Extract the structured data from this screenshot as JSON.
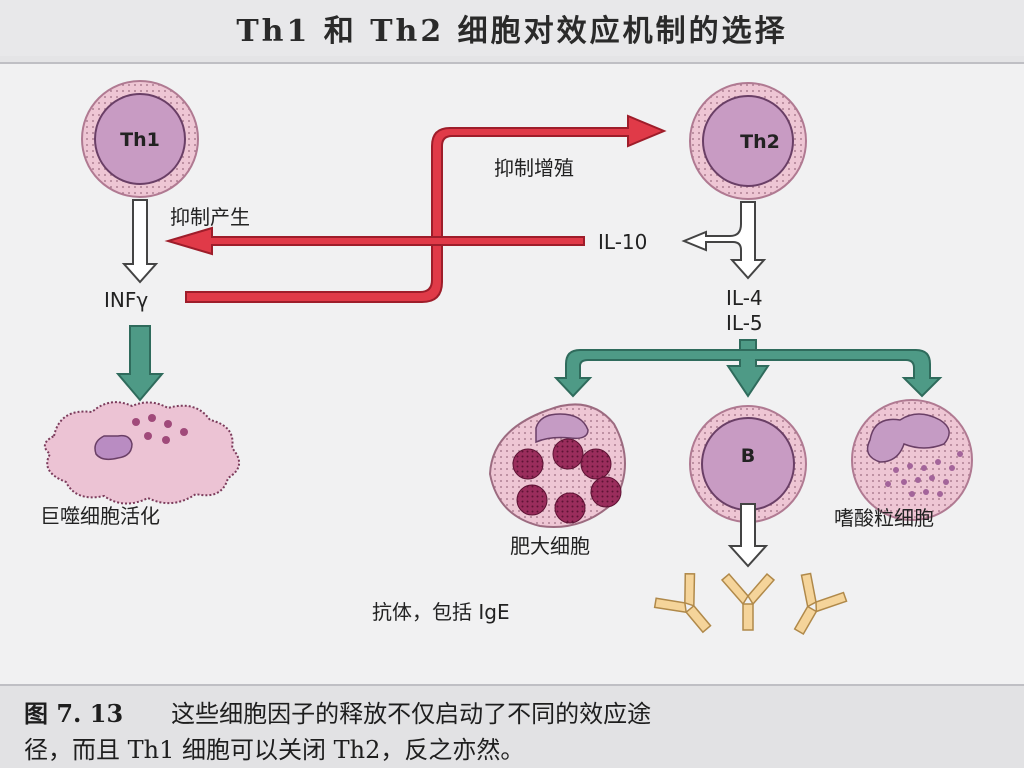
{
  "title": "Th1 和 Th2 细胞对效应机制的选择",
  "cells": {
    "th1": "Th1",
    "th2": "Th2",
    "b_cell": "B"
  },
  "labels": {
    "inhibit_production": "抑制产生",
    "inhibit_proliferation": "抑制增殖",
    "il10": "IL-10",
    "infg": "INFγ",
    "il4": "IL-4",
    "il5": "IL-5",
    "macrophage": "巨噬细胞活化",
    "mast_cell": "肥大细胞",
    "eosinophil": "嗜酸粒细胞",
    "antibody": "抗体，包括 IgE"
  },
  "caption": {
    "figure_number": "图 7. 13",
    "line1": "这些细胞因子的释放不仅启动了不同的效应途",
    "line2": "径，而且 Th1 细胞可以关闭 Th2，反之亦然。"
  },
  "colors": {
    "red_arrow": "#e03a48",
    "green_arrow": "#4e9a86",
    "cell_membrane": "#ecc3d2",
    "cell_nucleus": "#c99ac2",
    "granule": "#8a2552"
  }
}
